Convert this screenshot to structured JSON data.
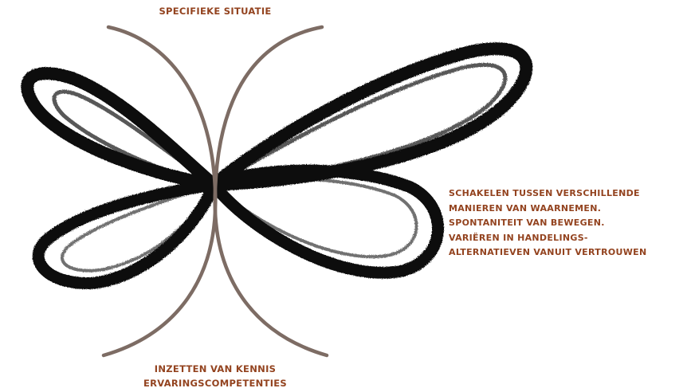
{
  "top_label": "SPECIFIEKE SITUATIE",
  "bottom_label": {
    "line1": "INZETTEN VAN KENNIS",
    "line2": "ERVARINGSCOMPETENTIES"
  },
  "right_label": {
    "lines": [
      "SCHAKELEN TUSSEN VERSCHILLENDE",
      "MANIEREN VAN WAARNEMEN.",
      "SPONTANITEIT VAN BEWEGEN.",
      "VARIËREN IN HANDELINGS-",
      "ALTERNATIEVEN VANUIT VERTROUWEN"
    ]
  },
  "colors": {
    "label": "#93431f",
    "arc": "#7d6c64",
    "brush": "#111111"
  }
}
